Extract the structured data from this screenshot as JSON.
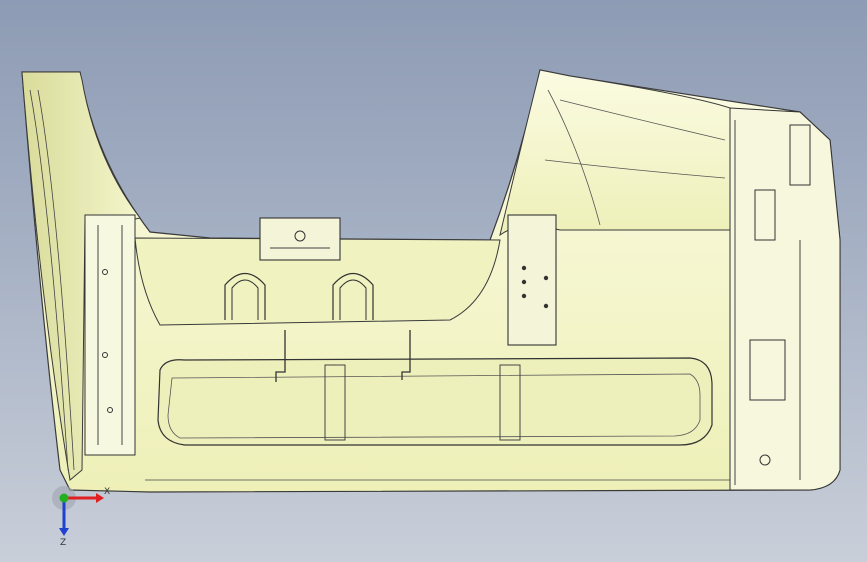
{
  "viewport": {
    "background_top": "#8d9bb4",
    "background_bottom": "#c9cfd9"
  },
  "model": {
    "name": "car-body-side-panel",
    "surface_color": "#f3f5c4",
    "edge_color": "#3a3a3a"
  },
  "triad": {
    "x_label": "X",
    "z_label": "Z",
    "x_color": "#e02020",
    "y_color": "#20b020",
    "z_color": "#2040d0"
  }
}
